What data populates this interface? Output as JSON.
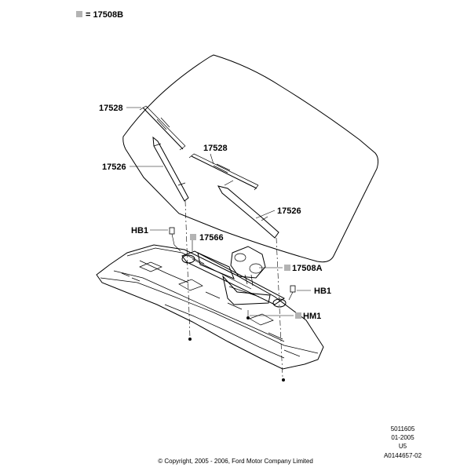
{
  "legend": {
    "marker_color": "#b3b3b3",
    "text": "= 17508B"
  },
  "labels": {
    "blade_left": "17528",
    "blade_right": "17528",
    "arm_left": "17526",
    "arm_right": "17526",
    "hb1_left": "HB1",
    "hb1_right": "HB1",
    "linkage": "17566",
    "motor": "17508A",
    "hm1": "HM1"
  },
  "reference": {
    "number": "5011605",
    "date": "01-2005",
    "code": "U5",
    "drawing_id": "A0144657-02"
  },
  "copyright": "© Copyright, 2005 - 2006, Ford Motor Company Limited"
}
